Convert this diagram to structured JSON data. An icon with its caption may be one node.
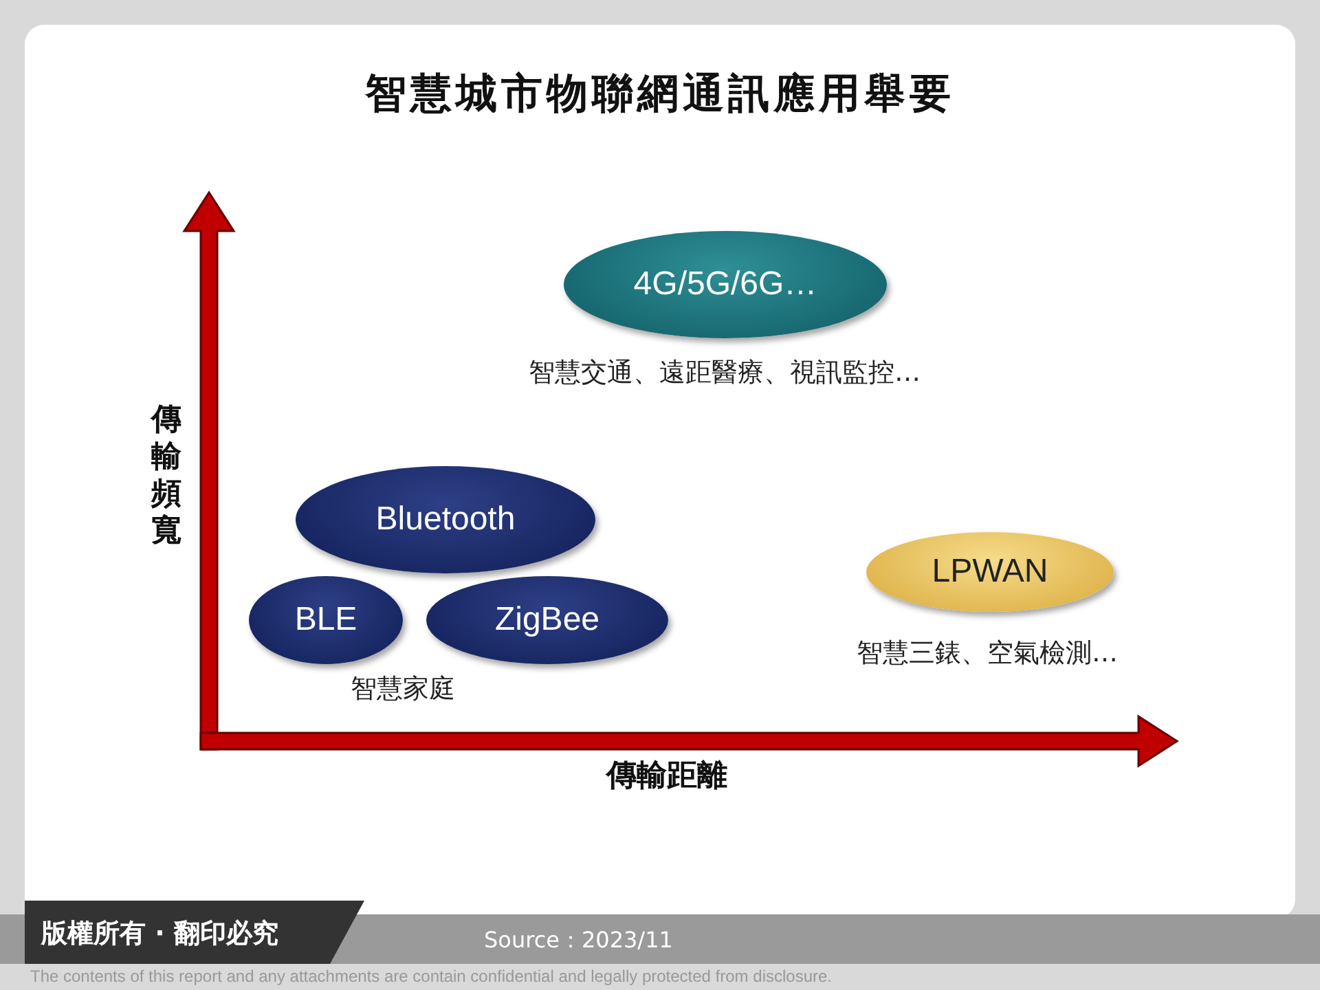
{
  "diagram": {
    "title": "智慧城市物聯網通訊應用舉要",
    "nodes": [
      {
        "text": [
          "4G/5G/6G…"
        ],
        "beside": [
          "智慧交通、遠距醫療、視訊監控…"
        ]
      },
      {
        "text": [
          "Bluetooth"
        ]
      },
      {
        "text": [
          "BLE"
        ]
      },
      {
        "text": [
          "ZigBee"
        ]
      },
      {
        "text": [
          "LPWAN"
        ],
        "beside": [
          "智慧三錶、空氣檢測…"
        ]
      }
    ],
    "edges": [],
    "labels": [
      "傳輸頻寬",
      "智慧家庭",
      "傳輸距離",
      "版權所有 · 翻印必究",
      "Source：2023/11",
      "The contents of this report and any attachments are contain confidential and legally protected from disclosure."
    ]
  }
}
